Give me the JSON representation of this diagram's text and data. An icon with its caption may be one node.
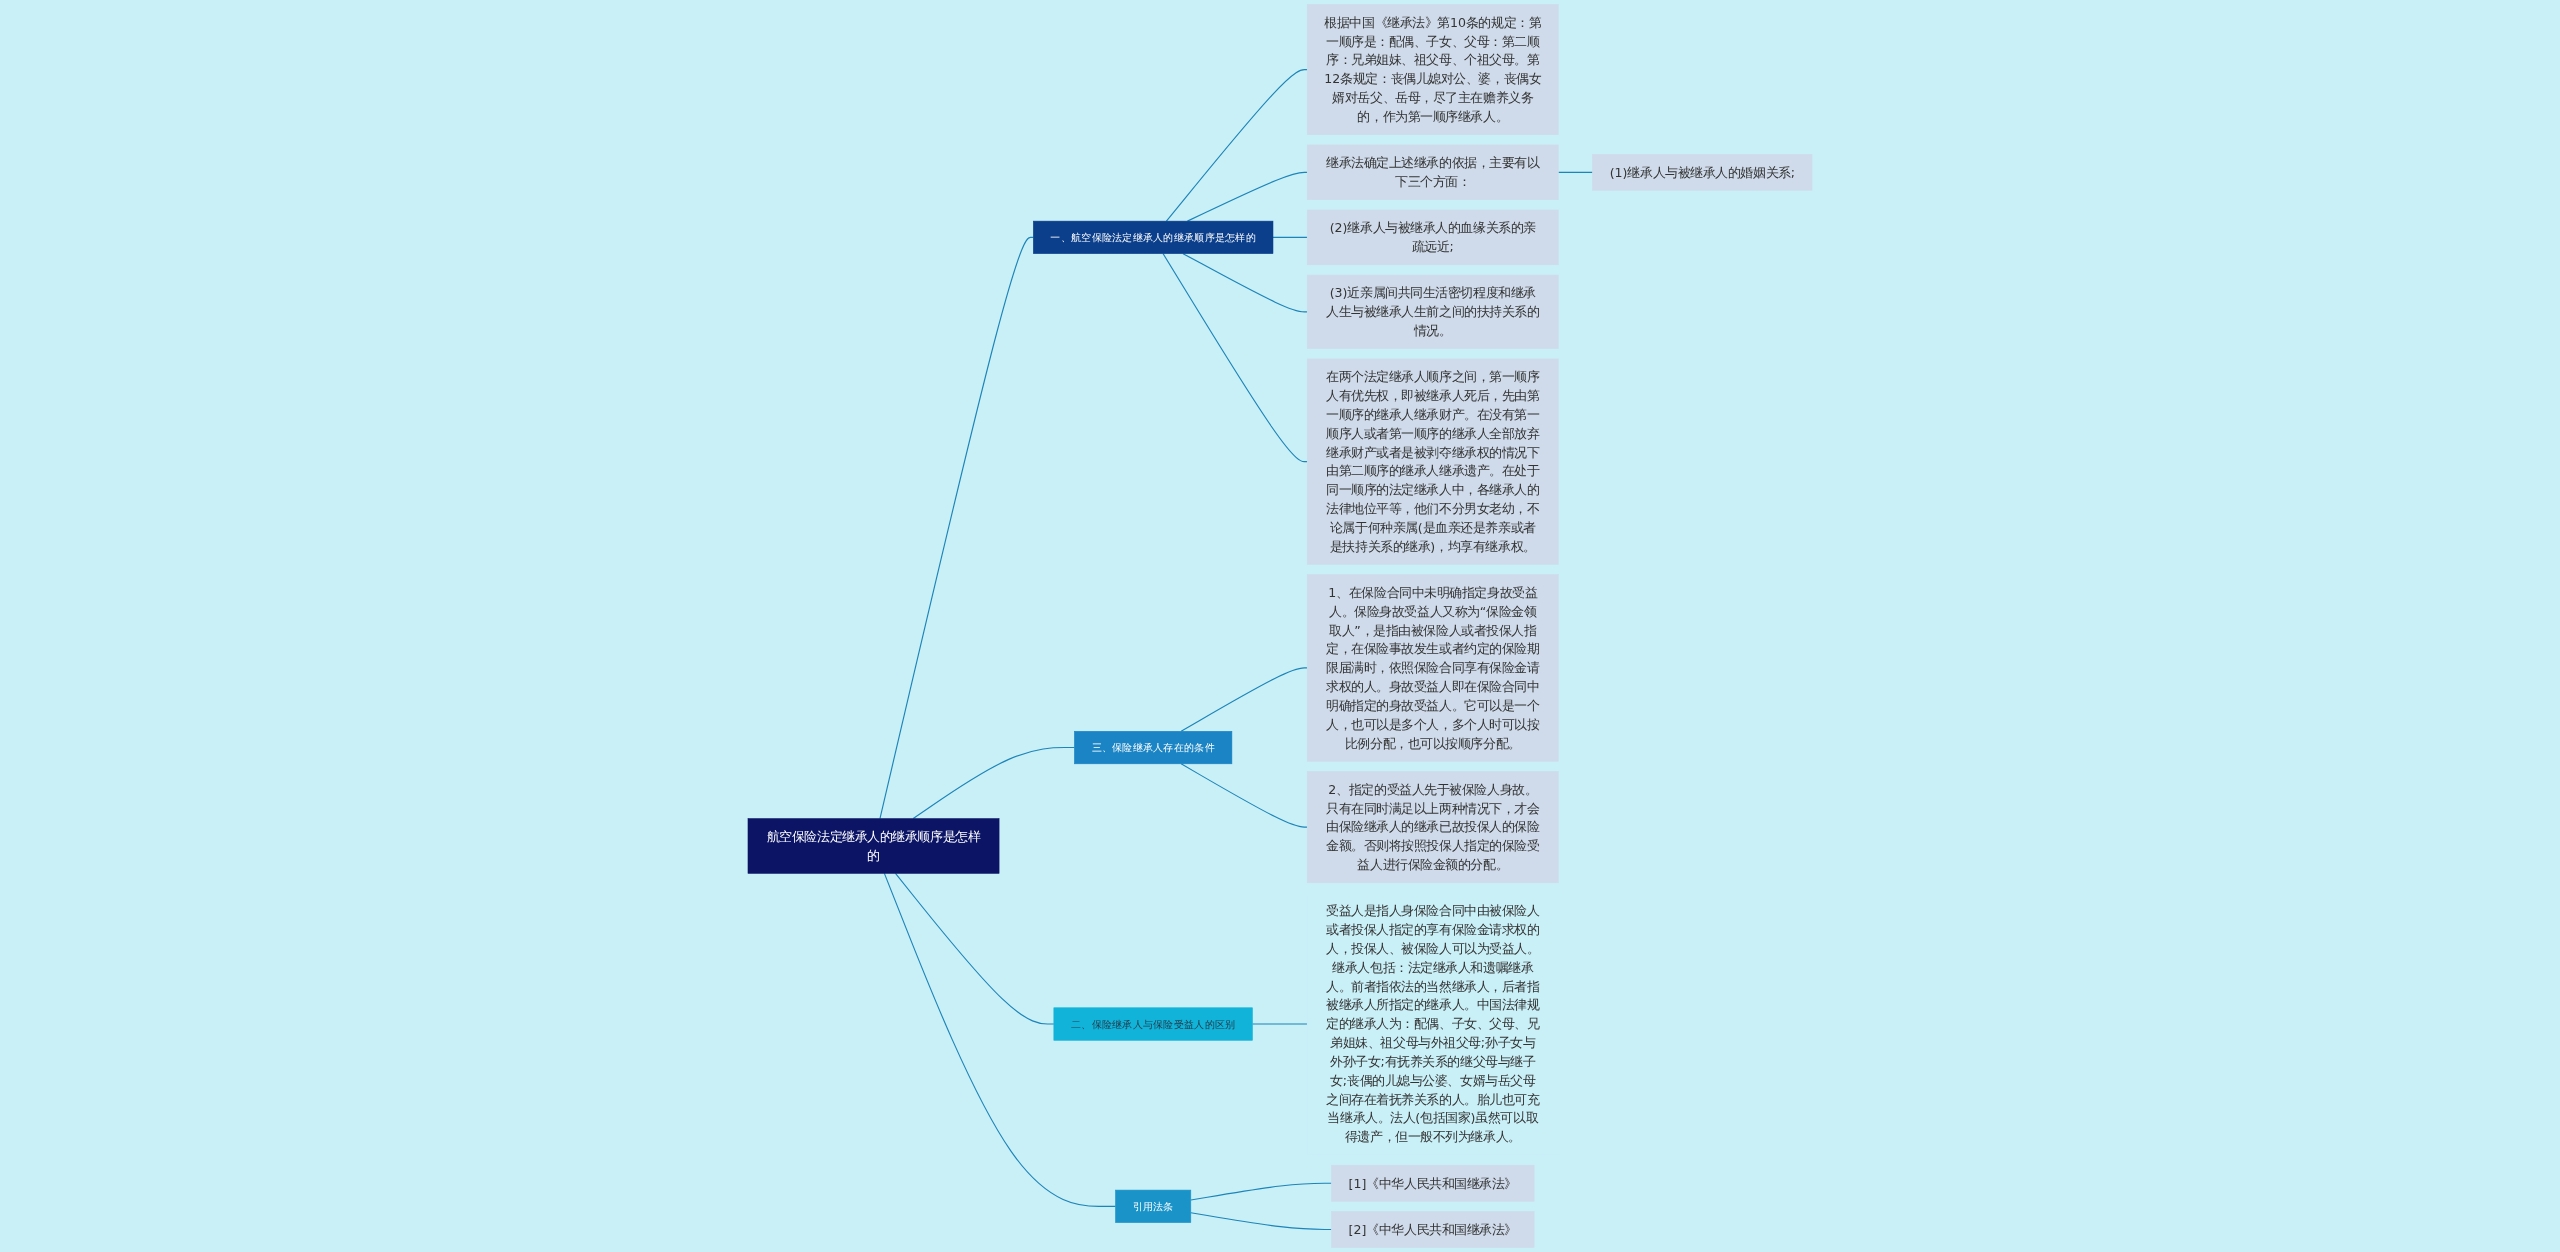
{
  "diagram": {
    "nodes": [
      {
        "text": [
          "航空保险法定继承人的继承顺序是怎样的"
        ]
      },
      {
        "text": [
          "一、航空保险法定继承人的继承顺序是怎样的"
        ]
      },
      {
        "text": [
          "根据中国《继承法》第10条的规定：第一顺序是：配偶、子女、父母：第二顺序：兄弟姐妹、祖父母、个祖父母。第12条规定：丧偶儿媳对公、婆，丧偶女婿对岳父、岳母，尽了主在赡养义务的，作为第一顺序继承人。"
        ]
      },
      {
        "text": [
          "继承法确定上述继承的依据，主要有以下三个方面："
        ]
      },
      {
        "text": [
          "(1)继承人与被继承人的婚姻关系;"
        ]
      },
      {
        "text": [
          "(2)继承人与被继承人的血缘关系的亲疏远近;"
        ]
      },
      {
        "text": [
          "(3)近亲属间共同生活密切程度和继承人生与被继承人生前之间的扶持关系的情况。"
        ]
      },
      {
        "text": [
          "在两个法定继承人顺序之间，第一顺序人有优先权，即被继承人死后，先由第一顺序的继承人继承财产。在没有第一顺序人或者第一顺序的继承人全部放弃继承财产或者是被剥夺继承权的情况下由第二顺序的继承人继承遗产。在处于同一顺序的法定继承人中，各继承人的法律地位平等，他们不分男女老幼，不论属于何种亲属(是血亲还是养亲或者是扶持关系的继承)，均享有继承权。"
        ]
      },
      {
        "text": [
          "三、保险继承人存在的条件"
        ]
      },
      {
        "text": [
          "1、在保险合同中未明确指定身故受益人。保险身故受益人又称为“保险金领取人”，是指由被保险人或者投保人指定，在保险事故发生或者约定的保险期限届满时，依照保险合同享有保险金请求权的人。身故受益人即在保险合同中明确指定的身故受益人。它可以是一个人，也可以是多个人，多个人时可以按比例分配，也可以按顺序分配。"
        ]
      },
      {
        "text": [
          "2、指定的受益人先于被保险人身故。只有在同时满足以上两种情况下，才会由保险继承人的继承已故投保人的保险金额。否则将按照投保人指定的保险受益人进行保险金额的分配。"
        ]
      },
      {
        "text": [
          "二、保险继承人与保险受益人的区别"
        ]
      },
      {
        "text": [
          "受益人是指人身保险合同中由被保险人或者投保人指定的享有保险金请求权的人，投保人、被保险人可以为受益人。继承人包括：法定继承人和遗嘱继承人。前者指依法的当然继承人，后者指被继承人所指定的继承人。中国法律规定的继承人为：配偶、子女、父母、兄弟姐妹、祖父母与外祖父母;孙子女与外孙子女;有抚养关系的继父母与继子女;丧偶的儿媳与公婆、女婿与岳父母之间存在着抚养关系的人。胎儿也可充当继承人。法人(包括国家)虽然可以取得遗产，但一般不列为继承人。"
        ]
      },
      {
        "text": [
          "引用法条"
        ]
      },
      {
        "text": [
          "[1]《中华人民共和国继承法》"
        ]
      },
      {
        "text": [
          "[2]《中华人民共和国继承法》"
        ]
      }
    ],
    "edges": [
      {
        "from": 0,
        "to": 1,
        "arrow": "none"
      },
      {
        "from": 1,
        "to": 2,
        "arrow": "none"
      },
      {
        "from": 1,
        "to": 3,
        "arrow": "none"
      },
      {
        "from": 3,
        "to": 4,
        "arrow": "none"
      },
      {
        "from": 1,
        "to": 5,
        "arrow": "none"
      },
      {
        "from": 1,
        "to": 6,
        "arrow": "none"
      },
      {
        "from": 1,
        "to": 7,
        "arrow": "none"
      },
      {
        "from": 0,
        "to": 8,
        "arrow": "none"
      },
      {
        "from": 8,
        "to": 9,
        "arrow": "none"
      },
      {
        "from": 8,
        "to": 10,
        "arrow": "none"
      },
      {
        "from": 0,
        "to": 11,
        "arrow": "none"
      },
      {
        "from": 11,
        "to": 12,
        "arrow": "none"
      },
      {
        "from": 0,
        "to": 13,
        "arrow": "none"
      },
      {
        "from": 13,
        "to": 14,
        "arrow": "none"
      },
      {
        "from": 13,
        "to": 15,
        "arrow": "none"
      }
    ]
  }
}
